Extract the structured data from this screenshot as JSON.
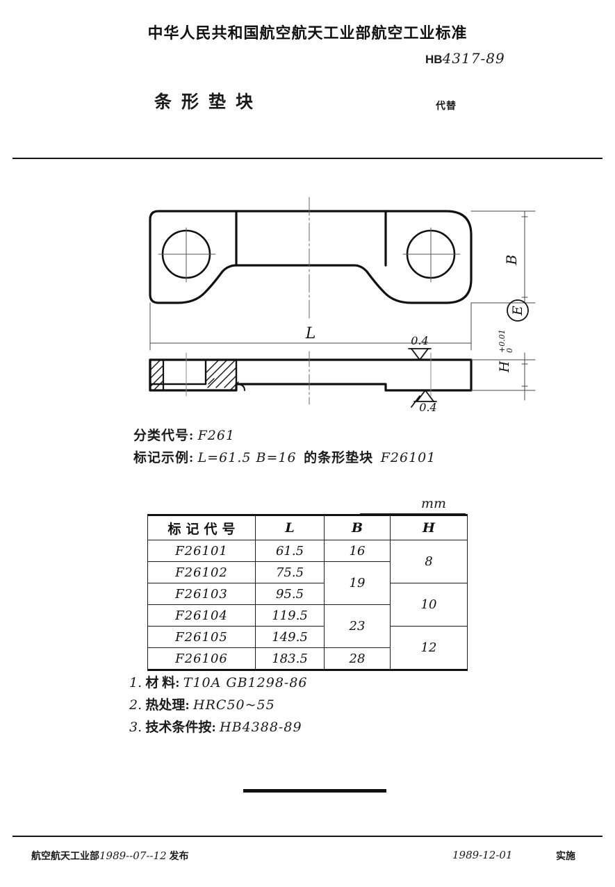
{
  "header": {
    "standard_title": "中华人民共和国航空航天工业部航空工业标准",
    "standard_prefix": "HB",
    "standard_number": "4317-89",
    "part_name": "条形垫块",
    "replaces_label": "代替",
    "replaces_value": ""
  },
  "drawing": {
    "dim_length_label": "L",
    "dim_width_label": "B",
    "dim_height_label": "H",
    "height_tolerance_upper": "+0.01",
    "height_tolerance_lower": "0",
    "datum_marker": "E",
    "roughness_top": "0.4",
    "roughness_bottom": "0.4"
  },
  "spec": {
    "class_code_label": "分类代号",
    "class_code_sep": ":",
    "class_code_value": "F261",
    "marking_example_label": "标记示例",
    "marking_example_sep": ":",
    "marking_example_value": "L=61.5   B=16",
    "marking_example_mid": "的条形垫块",
    "marking_example_code": "F26101"
  },
  "table": {
    "unit": "mm",
    "headers": [
      "标记代号",
      "L",
      "B",
      "H"
    ],
    "rows": [
      {
        "code": "F26101",
        "L": "61.5",
        "B": "16",
        "H": "8"
      },
      {
        "code": "F26102",
        "L": "75.5",
        "B": "19",
        "H": "8"
      },
      {
        "code": "F26103",
        "L": "95.5",
        "B": "19",
        "H": "10"
      },
      {
        "code": "F26104",
        "L": "119.5",
        "B": "23",
        "H": "10"
      },
      {
        "code": "F26105",
        "L": "149.5",
        "B": "23",
        "H": "12"
      },
      {
        "code": "F26106",
        "L": "183.5",
        "B": "28",
        "H": "12"
      }
    ]
  },
  "notes": [
    {
      "index": "1.",
      "label": "材  料",
      "sep": ":",
      "value": "T10A  GB1298-86"
    },
    {
      "index": "2.",
      "label": "热处理",
      "sep": ":",
      "value": "HRC50~55"
    },
    {
      "index": "3.",
      "label": "技术条件按",
      "sep": ":",
      "value": "HB4388-89"
    }
  ],
  "footer": {
    "issuer": "航空航天工业部",
    "issue_date": "1989--07--12",
    "issue_verb": "发布",
    "effective_date": "1989-12-01",
    "effective_verb": "实施"
  },
  "colors": {
    "ink": "#111111",
    "thin_line": "#555555",
    "paper": "#ffffff"
  }
}
